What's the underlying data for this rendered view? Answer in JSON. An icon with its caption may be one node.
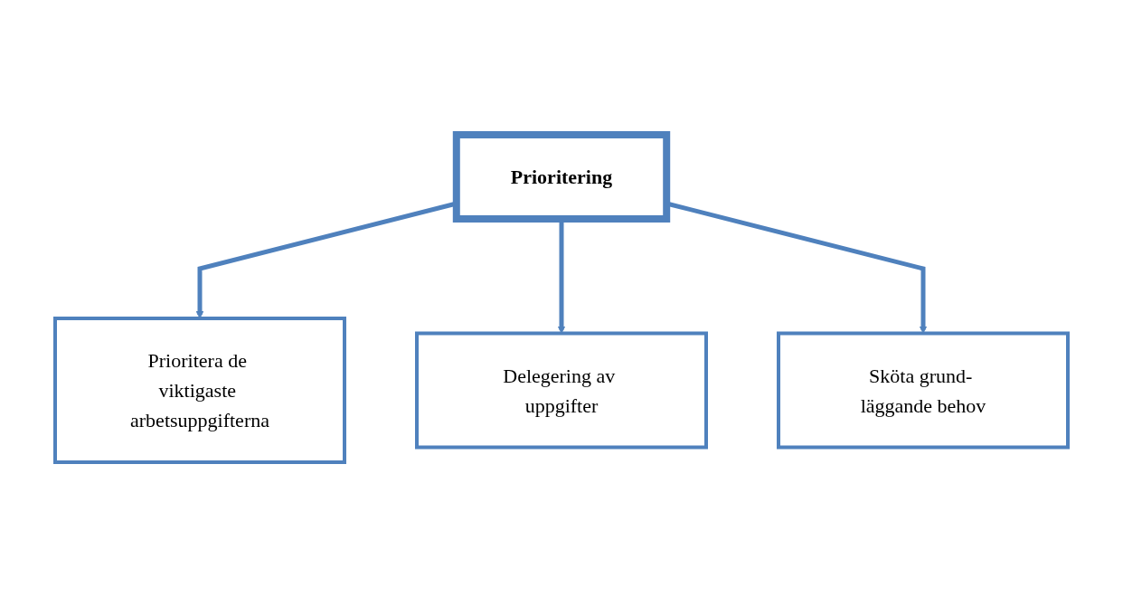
{
  "diagram": {
    "nodes": [
      {
        "text": [
          "Prioritering"
        ]
      },
      {
        "text": [
          "Prioritera de viktigaste arbetsuppgifterna"
        ]
      },
      {
        "text": [
          "Delegering av uppgifter"
        ]
      },
      {
        "text": [
          "Sköta grund- läggande behov"
        ]
      }
    ],
    "edges": [
      {
        "from": 0,
        "to": 1,
        "arrow": "to"
      },
      {
        "from": 0,
        "to": 2,
        "arrow": "to"
      },
      {
        "from": 0,
        "to": 3,
        "arrow": "to"
      }
    ]
  }
}
